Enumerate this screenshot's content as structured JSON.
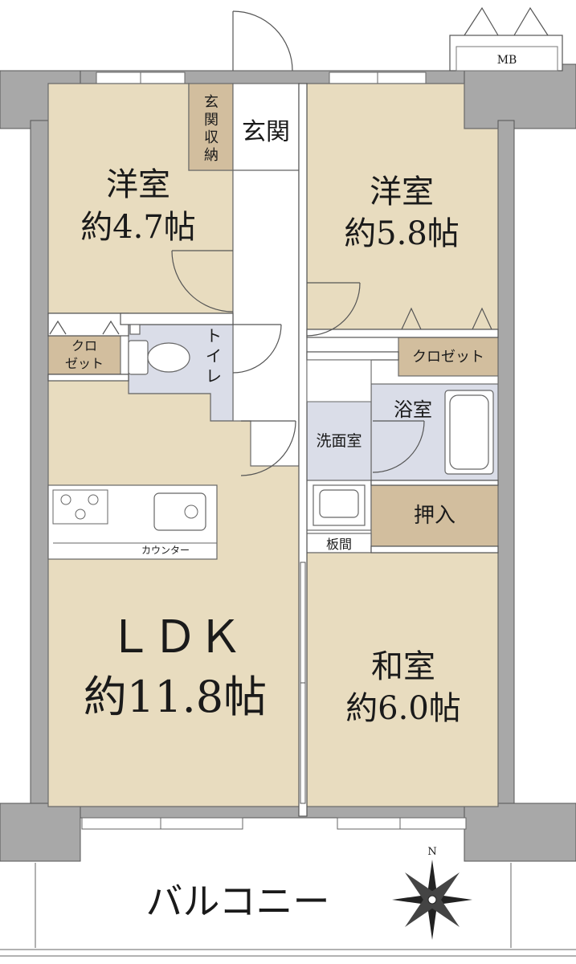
{
  "plan": {
    "rooms": {
      "western1": {
        "name": "洋室",
        "size": "約4.7帖"
      },
      "western2": {
        "name": "洋室",
        "size": "約5.8帖"
      },
      "ldk": {
        "name": "ＬＤＫ",
        "size": "約11.8帖"
      },
      "japanese": {
        "name": "和室",
        "size": "約6.0帖"
      }
    },
    "labels": {
      "entrance": "玄関",
      "entrance_storage": [
        "玄",
        "関",
        "収",
        "納"
      ],
      "toilet": [
        "ト",
        "イ",
        "レ"
      ],
      "closet_left": [
        "クロ",
        "ゼット"
      ],
      "closet_right": "クロゼット",
      "bathroom": "浴室",
      "washroom": "洗面室",
      "oshiire": "押入",
      "itama": "板間",
      "counter": "カウンター",
      "mb": "MB",
      "balcony": "バルコニー",
      "north": "N"
    },
    "colors": {
      "room_tan": "#e8dcbf",
      "storage_brown": "#d2be9e",
      "wet_area_blue": "#dadde8",
      "wall_gray": "#a8a8a8",
      "outline": "#4a4a4a"
    }
  }
}
